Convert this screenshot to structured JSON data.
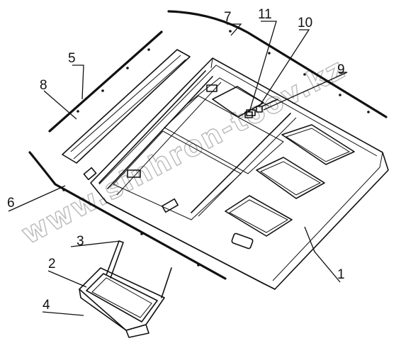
{
  "callouts": [
    {
      "id": "1",
      "text": "1"
    },
    {
      "id": "2",
      "text": "2"
    },
    {
      "id": "3",
      "text": "3"
    },
    {
      "id": "4",
      "text": "4"
    },
    {
      "id": "5",
      "text": "5"
    },
    {
      "id": "6",
      "text": "6"
    },
    {
      "id": "7",
      "text": "7"
    },
    {
      "id": "8",
      "text": "8"
    },
    {
      "id": "9",
      "text": "9"
    },
    {
      "id": "10",
      "text": "10"
    },
    {
      "id": "11",
      "text": "11"
    }
  ],
  "watermark": "www.sinhron-toov.kz"
}
